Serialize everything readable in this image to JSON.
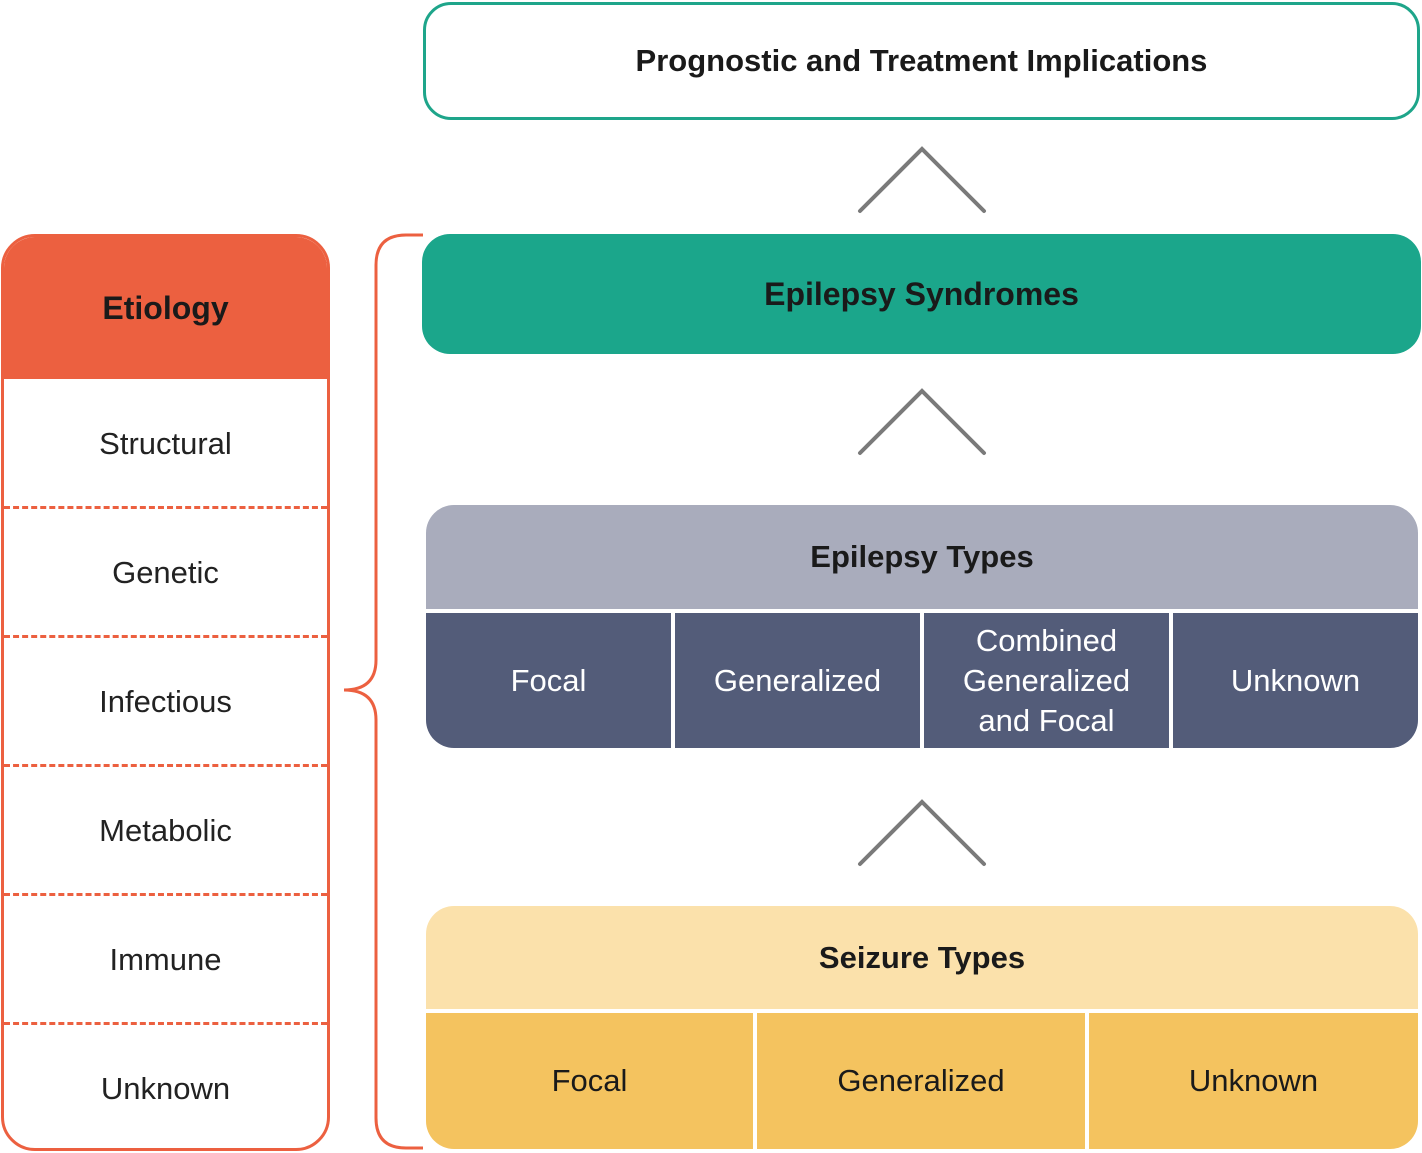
{
  "prognostic": {
    "title": "Prognostic and Treatment Implications"
  },
  "syndromes": {
    "title": "Epilepsy Syndromes"
  },
  "epilepsy_types": {
    "title": "Epilepsy Types",
    "items": [
      "Focal",
      "Generalized",
      "Combined Generalized and Focal",
      "Unknown"
    ]
  },
  "seizure_types": {
    "title": "Seizure Types",
    "items": [
      "Focal",
      "Generalized",
      "Unknown"
    ]
  },
  "etiology": {
    "title": "Etiology",
    "items": [
      "Structural",
      "Genetic",
      "Infectious",
      "Metabolic",
      "Immune",
      "Unknown"
    ]
  },
  "colors": {
    "teal": "#1ba68b",
    "orange": "#ec6040",
    "slate": "#535c79",
    "lavender_gray": "#a9acbc",
    "gold": "#f4c35f",
    "pale_yellow": "#fbe1ab",
    "arrow_gray": "#7a7a7a"
  }
}
